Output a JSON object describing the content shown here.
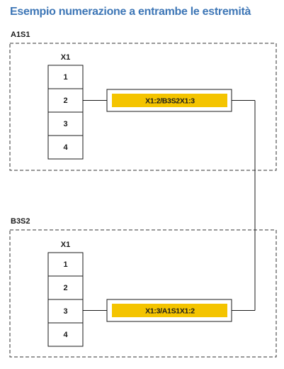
{
  "title": "Esempio numerazione a entrambe le estremità",
  "colors": {
    "title": "#3d76b6",
    "marker": "#f4c400",
    "line": "#1a1a1a",
    "dash": "#333333"
  },
  "groups": [
    {
      "label": "A1S1",
      "terminal_block": {
        "header": "X1",
        "terminals": [
          "1",
          "2",
          "3",
          "4"
        ]
      },
      "marker": {
        "text": "X1:2/B3S2X1:3"
      }
    },
    {
      "label": "B3S2",
      "terminal_block": {
        "header": "X1",
        "terminals": [
          "1",
          "2",
          "3",
          "4"
        ]
      },
      "marker": {
        "text": "X1:3/A1S1X1:2"
      }
    }
  ]
}
